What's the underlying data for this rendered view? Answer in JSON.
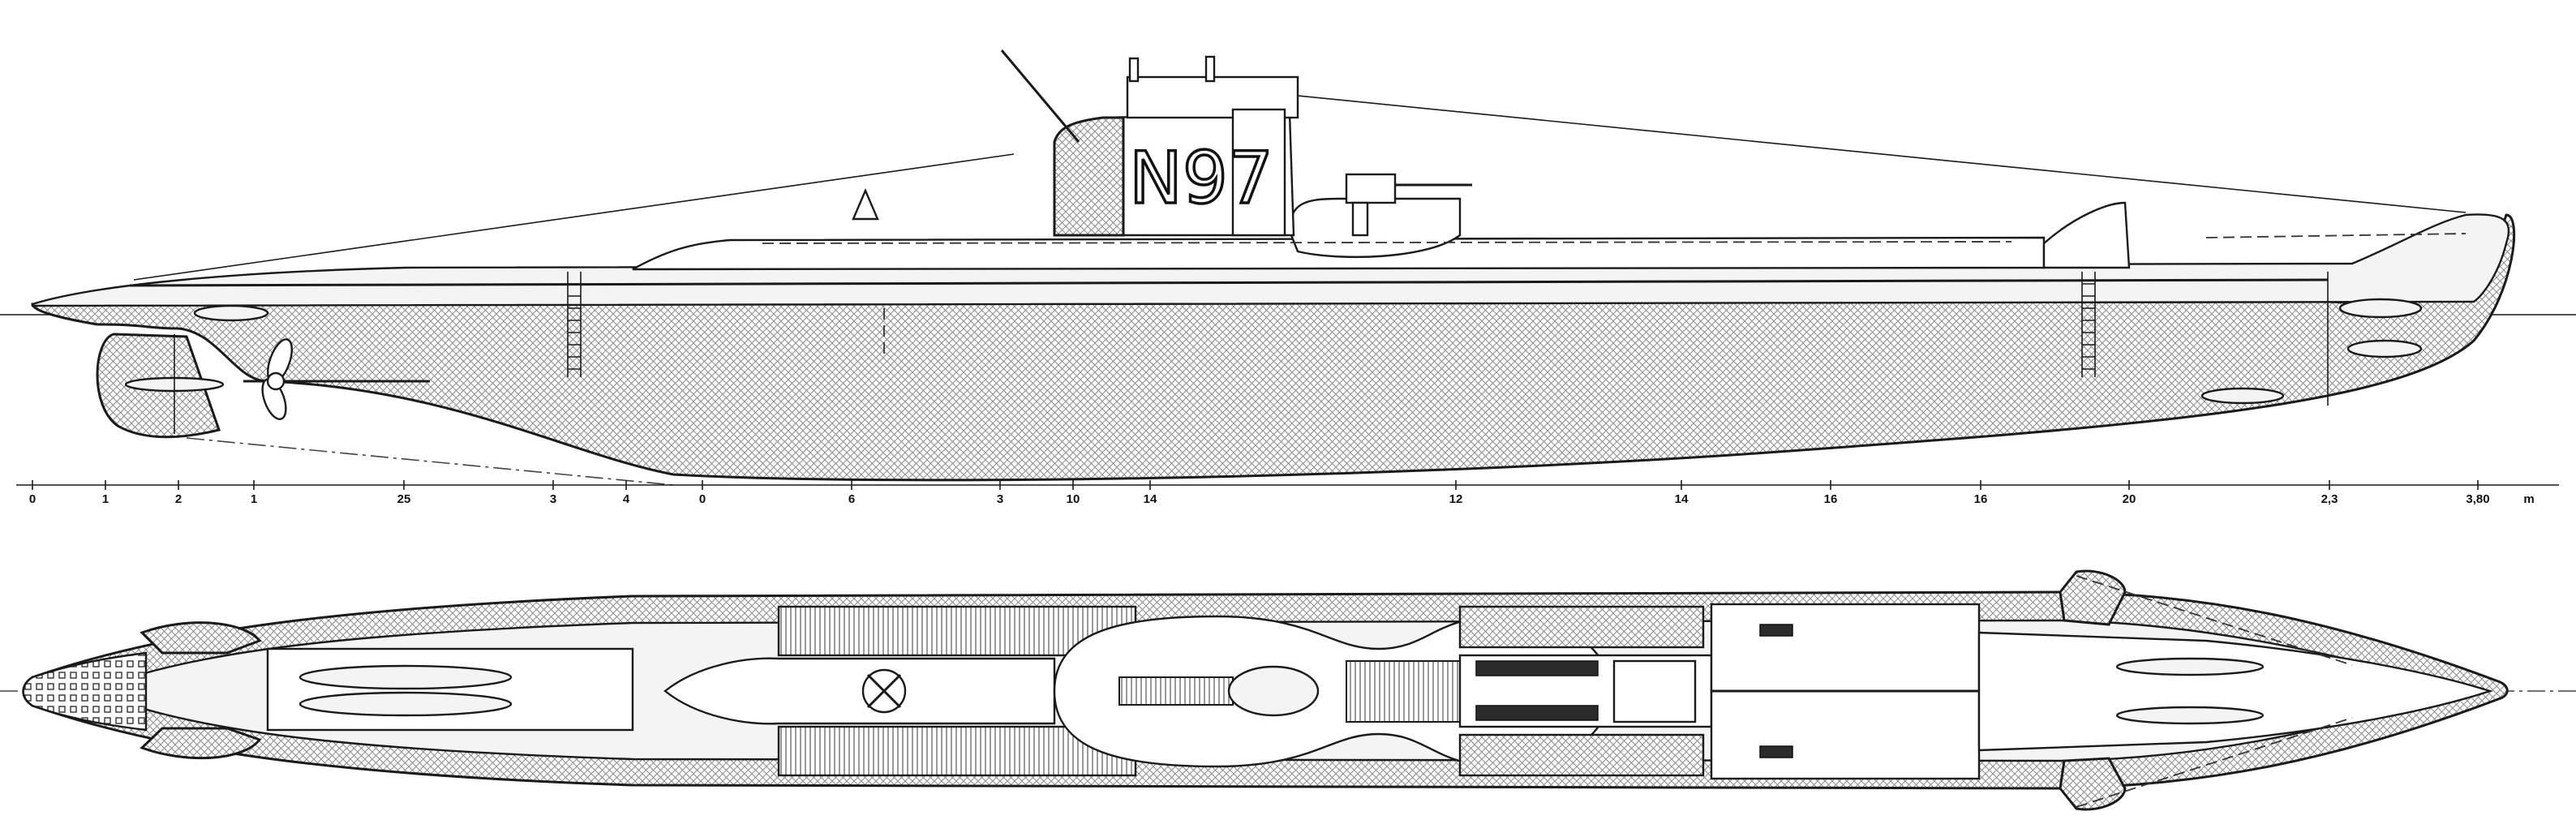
{
  "drawing": {
    "pennant_number": "N97",
    "scale": {
      "labels": [
        "0",
        "1",
        "2",
        "1",
        "25",
        "3",
        "4",
        "0",
        "6",
        "3",
        "10",
        "14",
        "12",
        "14",
        "16",
        "16",
        "20",
        "2,3",
        "3,80",
        "m"
      ]
    }
  },
  "colors": {
    "ink": "#1a1a1a",
    "background": "#ffffff",
    "hatch": "#8c8c8c"
  }
}
